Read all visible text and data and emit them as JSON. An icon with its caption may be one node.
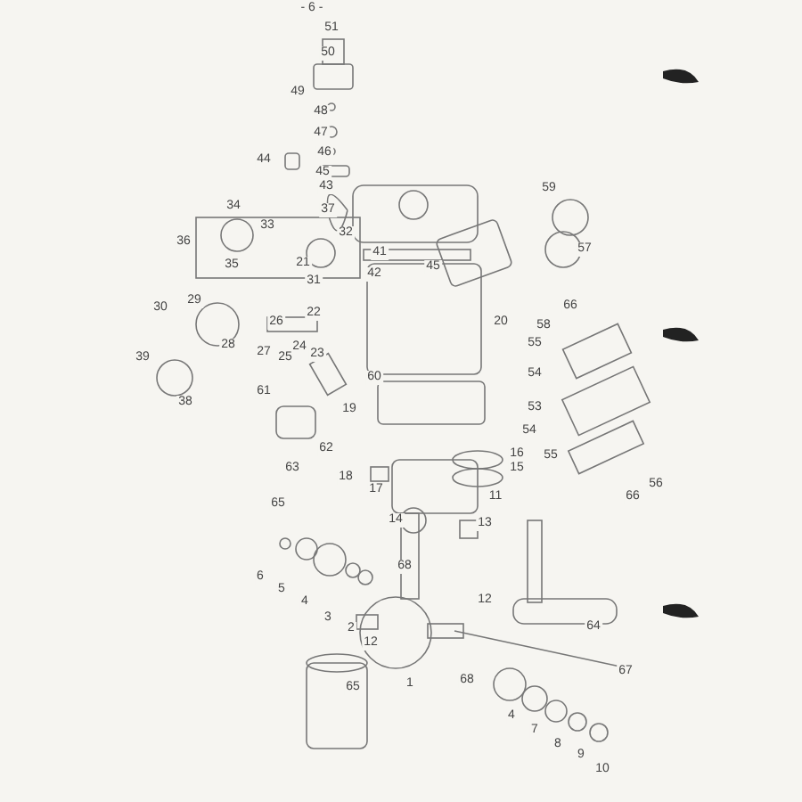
{
  "diagram": {
    "labels": [
      "- 6 -",
      "51",
      "50",
      "49",
      "48",
      "47",
      "46",
      "44",
      "45",
      "43",
      "59",
      "37",
      "34",
      "33",
      "32",
      "36",
      "57",
      "41",
      "35",
      "21",
      "45",
      "42",
      "31",
      "66",
      "29",
      "30",
      "22",
      "58",
      "26",
      "20",
      "28",
      "24",
      "27",
      "25",
      "23",
      "39",
      "55",
      "54",
      "60",
      "61",
      "38",
      "19",
      "53",
      "54",
      "62",
      "16",
      "55",
      "63",
      "15",
      "18",
      "56",
      "17",
      "66",
      "11",
      "65",
      "14",
      "13",
      "6",
      "5",
      "68",
      "4",
      "3",
      "2",
      "12",
      "12",
      "64",
      "1",
      "68",
      "65",
      "67",
      "4",
      "7",
      "8",
      "9",
      "10"
    ]
  }
}
